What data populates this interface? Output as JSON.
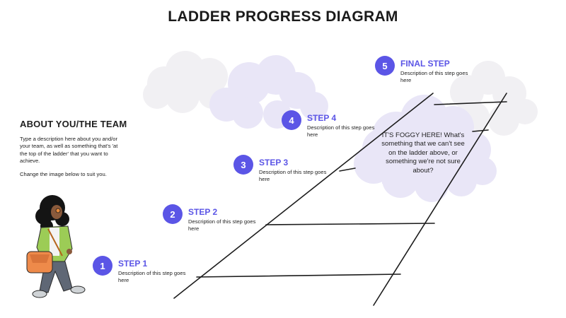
{
  "title": "LADDER PROGRESS DIAGRAM",
  "about": {
    "heading": "ABOUT YOU/THE TEAM",
    "paragraph1": "Type a description here about you and/or your team, as well as something that's 'at the top of the ladder' that you want to achieve.",
    "paragraph2": "Change the image below to suit you."
  },
  "steps": [
    {
      "number": "1",
      "label": "STEP 1",
      "description": "Description of this step goes here"
    },
    {
      "number": "2",
      "label": "STEP 2",
      "description": "Description of this step goes here"
    },
    {
      "number": "3",
      "label": "STEP 3",
      "description": "Description of this step goes here"
    },
    {
      "number": "4",
      "label": "STEP 4",
      "description": "Description of this step goes here"
    },
    {
      "number": "5",
      "label": "FINAL STEP",
      "description": "Description of this step goes here"
    }
  ],
  "fog_note": "IT'S FOGGY HERE! What's something that we can't see on the ladder above, or something we're not sure about?",
  "colors": {
    "accent": "#5b55e6",
    "cloud": "#e9e6f7",
    "cloud_light": "#f1f0f3",
    "line": "#1c1c1c"
  },
  "icons": [
    "walking-person-illustration",
    "cloud-icon",
    "ladder-drawing"
  ]
}
